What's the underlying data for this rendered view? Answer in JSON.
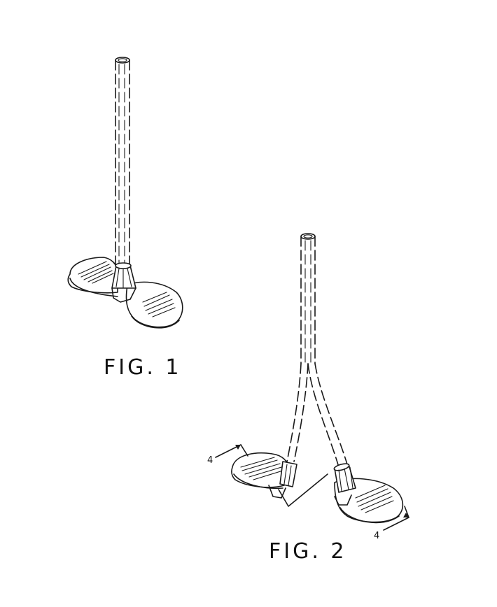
{
  "figures": [
    {
      "label": "FIG. 1"
    },
    {
      "label": "FIG. 2"
    }
  ],
  "reference_numerals": [
    {
      "value": "4"
    },
    {
      "value": "4"
    }
  ],
  "colors": {
    "line": "#1a1a1a",
    "background": "#ffffff"
  }
}
